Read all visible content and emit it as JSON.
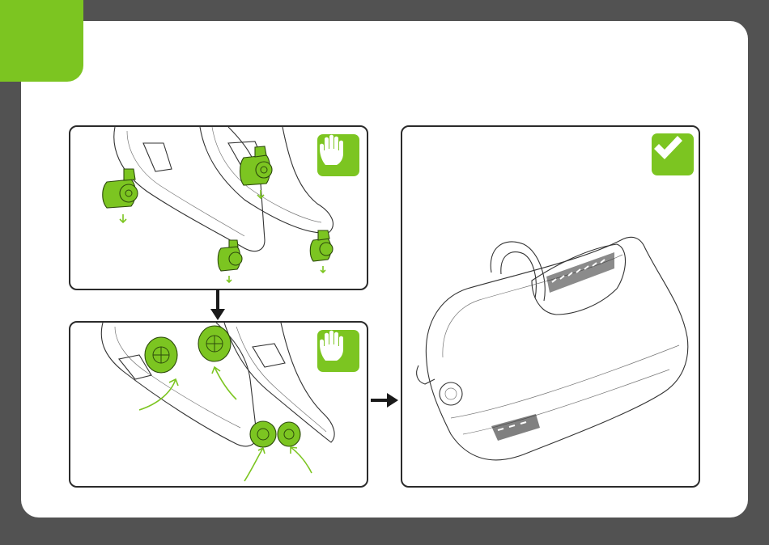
{
  "colors": {
    "background": "#525252",
    "sheet": "#ffffff",
    "accent": "#7cc521",
    "outline": "#2b2b2b"
  },
  "panels": [
    {
      "id": "top-left",
      "status_icon": "stop-hand-icon"
    },
    {
      "id": "bottom-left",
      "status_icon": "stop-hand-icon"
    },
    {
      "id": "right",
      "status_icon": "checkmark-icon"
    }
  ],
  "icons": [
    "stop-hand-icon",
    "checkmark-icon",
    "arrow-down-icon",
    "arrow-right-icon"
  ]
}
